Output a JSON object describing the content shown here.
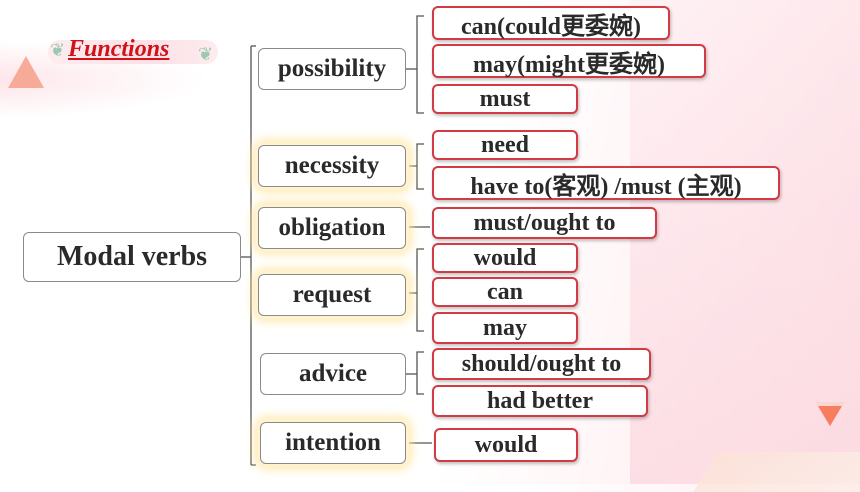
{
  "title": "Functions",
  "root": "Modal verbs",
  "categories": [
    {
      "label": "possibility",
      "modals": [
        "can(could更委婉)",
        "may(might更委婉)",
        "must"
      ]
    },
    {
      "label": "necessity",
      "modals": [
        "need",
        "have to(客观) /must (主观)"
      ]
    },
    {
      "label": "obligation",
      "modals": [
        "must/ought to"
      ]
    },
    {
      "label": "request",
      "modals": [
        "would",
        "can",
        "may"
      ]
    },
    {
      "label": "advice",
      "modals": [
        "should/ought to",
        "had better"
      ]
    },
    {
      "label": "intention",
      "modals": [
        "would"
      ]
    }
  ],
  "colors": {
    "title": "#d0121b",
    "leaf_border": "#d23a44",
    "box_border": "#8a8a8a",
    "glow": "#ffe7a6"
  }
}
